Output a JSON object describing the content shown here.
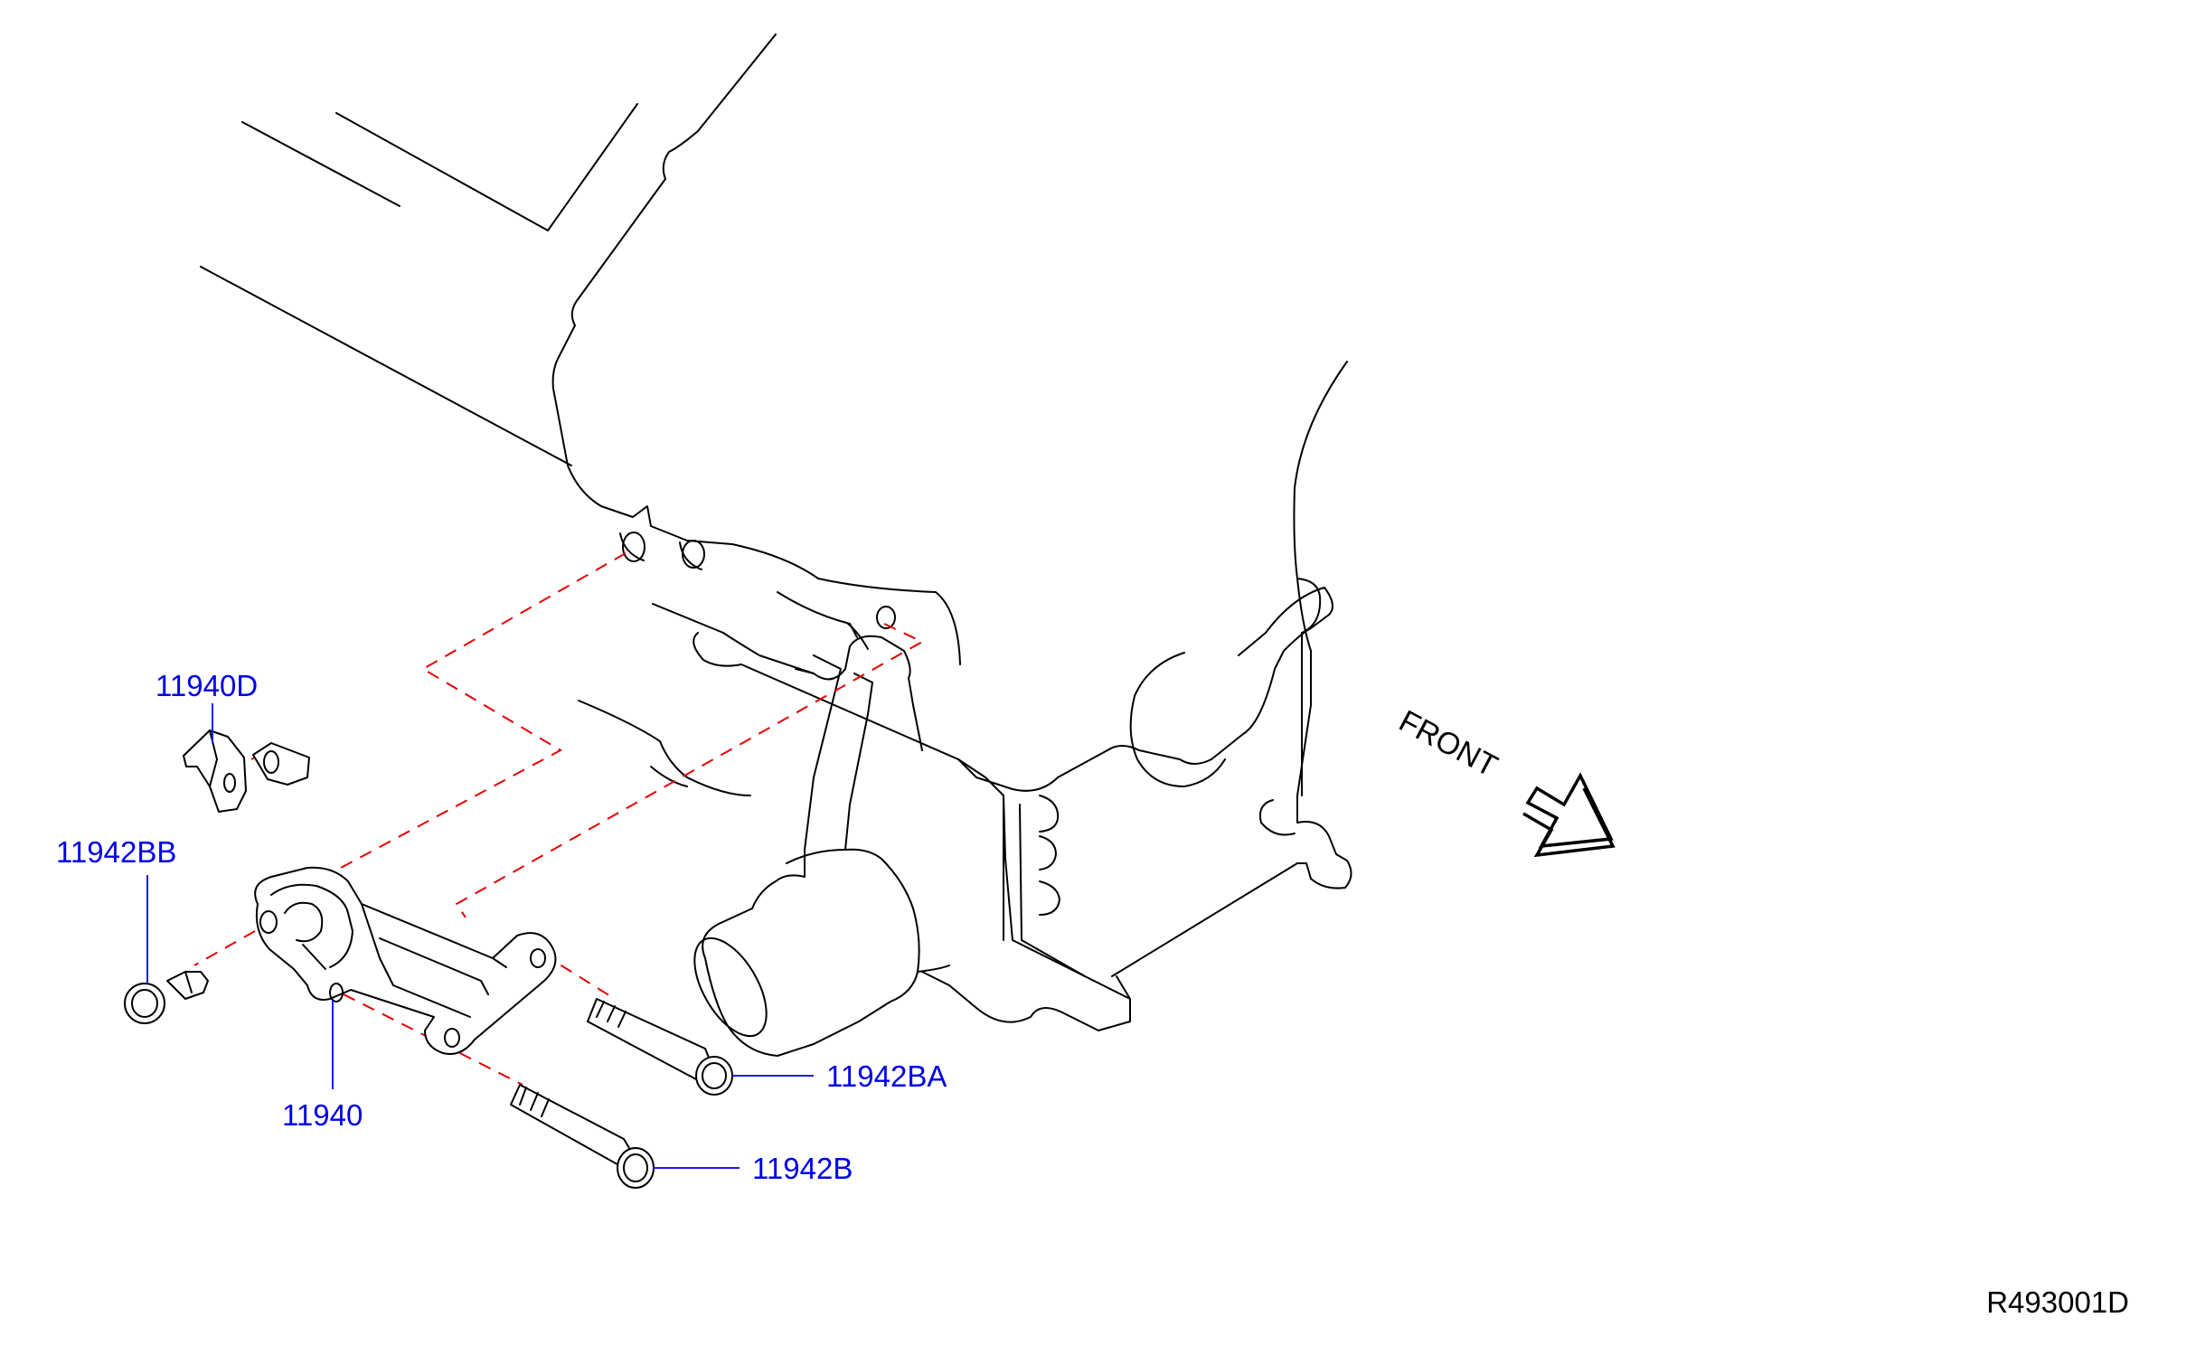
{
  "diagram": {
    "parts": [
      {
        "id": "bracket-tab",
        "label": "11940D"
      },
      {
        "id": "bolt-small",
        "label": "11942BB"
      },
      {
        "id": "bracket",
        "label": "11940"
      },
      {
        "id": "bolt-long-upper",
        "label": "11942BA"
      },
      {
        "id": "bolt-long-lower",
        "label": "11942B"
      }
    ],
    "direction_label": "FRONT",
    "reference_code": "R493001D",
    "colors": {
      "label": "#0000e6",
      "leader": "#1a1aff",
      "alignment_dash": "#e60000",
      "line_art": "#000000"
    }
  }
}
